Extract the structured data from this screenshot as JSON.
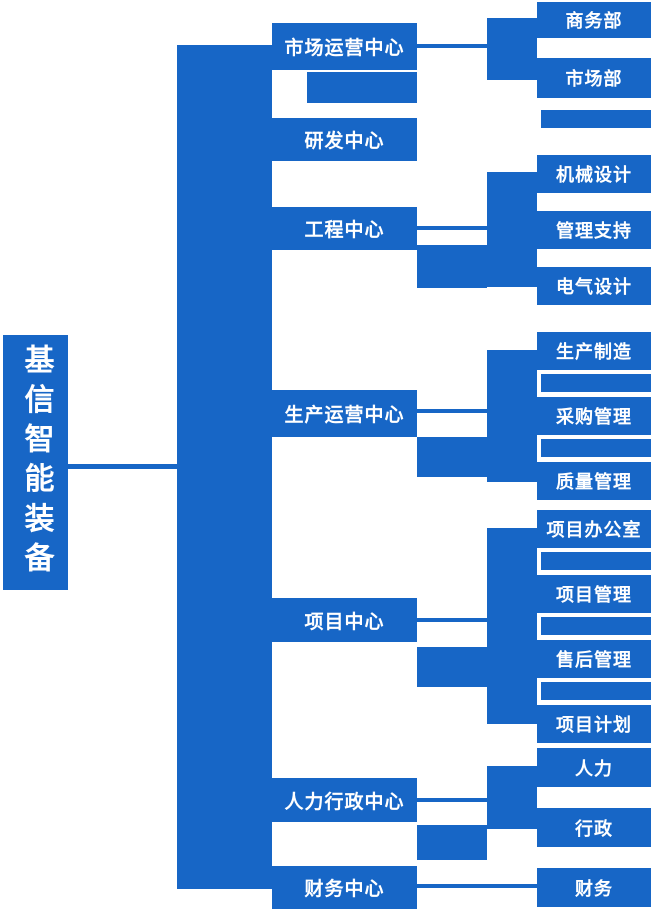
{
  "diagram_type": "org-chart",
  "colors": {
    "primary": "#1766c6",
    "node_text": "#ffffff",
    "background": "#ffffff"
  },
  "root": {
    "label": "基信智能装备"
  },
  "centers": [
    {
      "label": "市场运营中心",
      "children": [
        "商务部",
        "市场部"
      ]
    },
    {
      "label": "研发中心",
      "children": []
    },
    {
      "label": "工程中心",
      "children": [
        "机械设计",
        "管理支持",
        "电气设计"
      ]
    },
    {
      "label": "生产运营中心",
      "children": [
        "生产制造",
        "采购管理",
        "质量管理"
      ]
    },
    {
      "label": "项目中心",
      "children": [
        "项目办公室",
        "项目管理",
        "售后管理",
        "项目计划"
      ]
    },
    {
      "label": "人力行政中心",
      "children": [
        "人力",
        "行政"
      ]
    },
    {
      "label": "财务中心",
      "children": [
        "财务"
      ]
    }
  ]
}
